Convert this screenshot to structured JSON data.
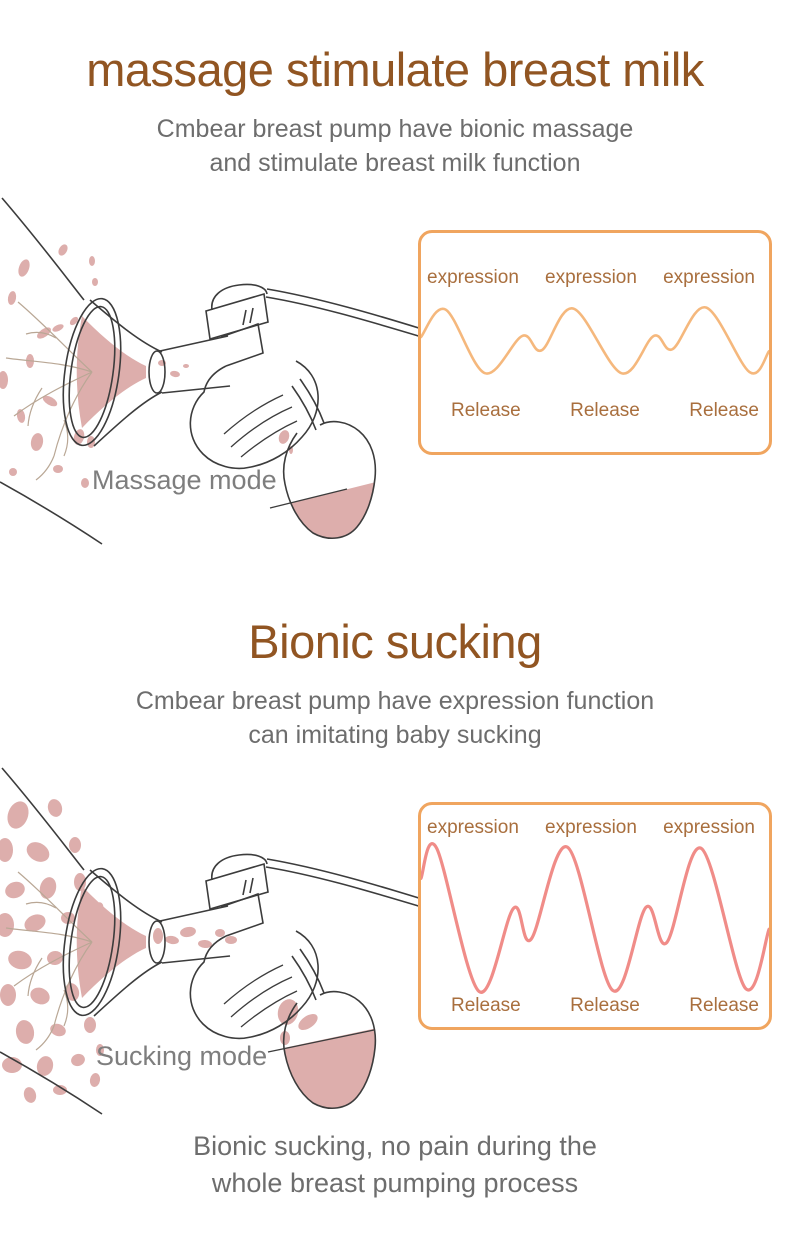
{
  "colors": {
    "heading": "#915522",
    "body_text": "#6d6d6d",
    "mode_label": "#7e7e7e",
    "box_border": "#f0a55f",
    "box_label": "#a96f3e",
    "massage_wave": "#f5b87d",
    "sucking_wave": "#f08c88",
    "tissue_pink": "#ddaeac",
    "line_art": "#3c3c3c"
  },
  "massage_section": {
    "title": "massage stimulate breast milk",
    "subtitle_line1": "Cmbear breast pump have bionic massage",
    "subtitle_line2": "and stimulate breast milk function",
    "mode_label": "Massage mode",
    "pattern_box": {
      "expression_labels": [
        "expression",
        "expression",
        "expression"
      ],
      "release_labels": [
        "Release",
        "Release",
        "Release"
      ],
      "wave_color": "#f5b87d",
      "wave_stroke": 2.6,
      "wave_points": [
        [
          0,
          47.5
        ],
        [
          7.1,
          35
        ],
        [
          18.4,
          64
        ],
        [
          29.1,
          47
        ],
        [
          34.7,
          53.5
        ],
        [
          43.8,
          34.5
        ],
        [
          57.6,
          64
        ],
        [
          66.9,
          47
        ],
        [
          72.3,
          53
        ],
        [
          81.9,
          34
        ],
        [
          94.4,
          63.5
        ],
        [
          100,
          54
        ]
      ]
    }
  },
  "sucking_section": {
    "title": "Bionic sucking",
    "subtitle_line1": "Cmbear breast pump have expression function",
    "subtitle_line2": "can imitating baby sucking",
    "mode_label": "Sucking mode",
    "pattern_box": {
      "expression_labels": [
        "expression",
        "expression",
        "expression"
      ],
      "release_labels": [
        "Release",
        "Release",
        "Release"
      ],
      "wave_color": "#f08c88",
      "wave_stroke": 3.2,
      "wave_points": [
        [
          0,
          33
        ],
        [
          4.5,
          19.5
        ],
        [
          16.7,
          84
        ],
        [
          26.6,
          46.5
        ],
        [
          31.6,
          60.5
        ],
        [
          42.1,
          19
        ],
        [
          55.1,
          83.5
        ],
        [
          64.7,
          46
        ],
        [
          70.6,
          62
        ],
        [
          80.5,
          19.5
        ],
        [
          93.2,
          82.5
        ],
        [
          100,
          56
        ]
      ]
    },
    "caption_line1": "Bionic sucking, no pain during the",
    "caption_line2": "whole breast pumping process"
  }
}
